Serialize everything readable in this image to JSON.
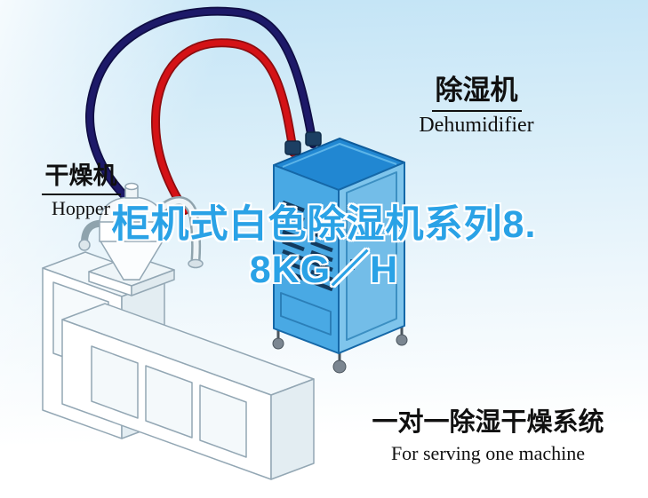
{
  "title": {
    "line1": "柜机式白色除湿机系列8.",
    "line2": "8KG／H"
  },
  "labels": {
    "dehumidifier_zh": "除湿机",
    "dehumidifier_en": "Dehumidifier",
    "hopper_zh": "干燥机",
    "hopper_en": "Hopper",
    "system_zh": "一对一除湿干燥系统",
    "system_en": "For serving one machine"
  },
  "colors": {
    "title_blue": "#2aa2e6",
    "pipe_red": "#d41216",
    "pipe_red_dark": "#8d0d10",
    "pipe_navy": "#1d1968",
    "pipe_navy_dark": "#100e45",
    "cabinet_top": "#2187d2",
    "cabinet_front": "#49a9e4",
    "cabinet_side": "#7fc5ec",
    "cabinet_vent": "#123a5e",
    "background_top": "#c3e4f6",
    "background_bottom": "#ffffff"
  }
}
